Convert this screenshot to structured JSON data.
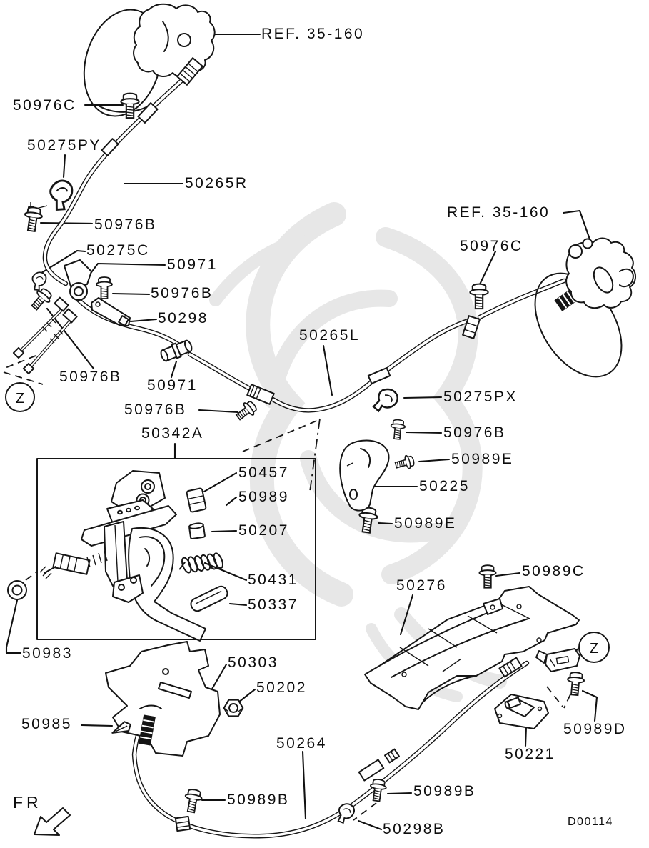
{
  "page": {
    "background": "#ffffff",
    "ink": "#161616",
    "watermark_color": "#e7e7e7"
  },
  "callouts": [
    {
      "text": "REF. 35-160"
    },
    {
      "text": "50976C"
    },
    {
      "text": "50275PY"
    },
    {
      "text": "50265R"
    },
    {
      "text": "50976B"
    },
    {
      "text": "50275C"
    },
    {
      "text": "50971"
    },
    {
      "text": "50976B"
    },
    {
      "text": "50298"
    },
    {
      "text": "REF. 35-160"
    },
    {
      "text": "50976C"
    },
    {
      "text": "50265L"
    },
    {
      "text": "50976B"
    },
    {
      "text": "50971"
    },
    {
      "text": "50976B"
    },
    {
      "text": "50342A"
    },
    {
      "text": "50275PX"
    },
    {
      "text": "50976B"
    },
    {
      "text": "50989E"
    },
    {
      "text": "50225"
    },
    {
      "text": "50989E"
    },
    {
      "text": "50457"
    },
    {
      "text": "50989"
    },
    {
      "text": "50207"
    },
    {
      "text": "50431"
    },
    {
      "text": "50337"
    },
    {
      "text": "50983"
    },
    {
      "text": "50303"
    },
    {
      "text": "50202"
    },
    {
      "text": "50985"
    },
    {
      "text": "50276"
    },
    {
      "text": "50989C"
    },
    {
      "text": "50264"
    },
    {
      "text": "50989B"
    },
    {
      "text": "50298B"
    },
    {
      "text": "50989B"
    },
    {
      "text": "50221"
    },
    {
      "text": "50989D"
    }
  ],
  "markers": {
    "z_left": "Z",
    "z_right": "Z"
  },
  "footer": {
    "fr_label": "FR",
    "diagram_code": "D00114"
  }
}
